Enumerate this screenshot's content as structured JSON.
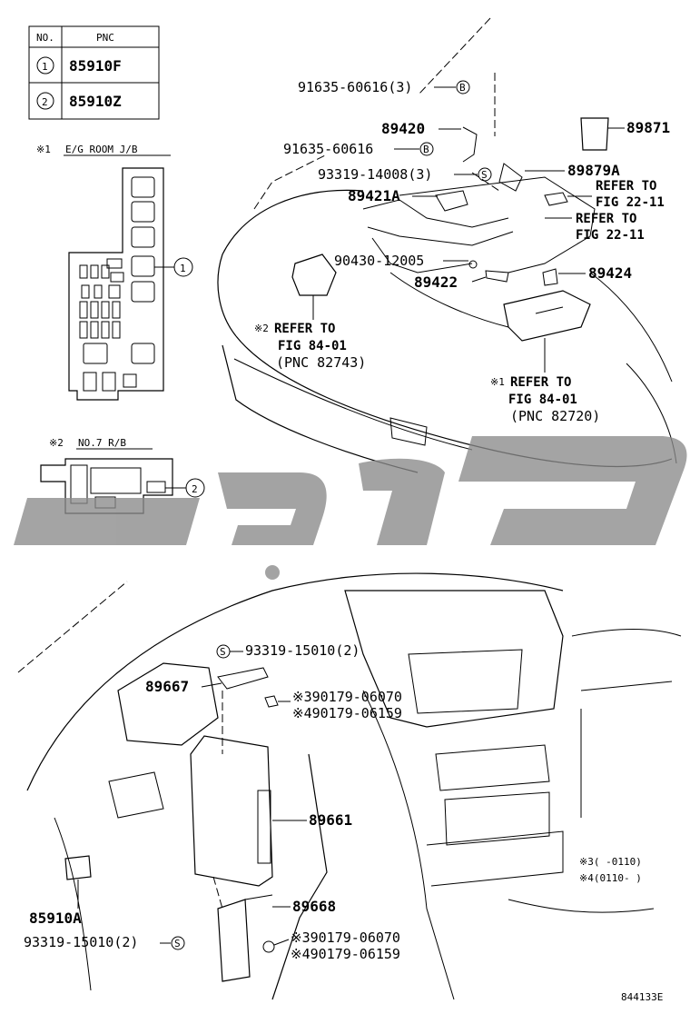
{
  "table": {
    "header_no": "NO.",
    "header_pnc": "PNC",
    "rows": [
      {
        "no": "1",
        "pnc": "85910F"
      },
      {
        "no": "2",
        "pnc": "85910Z"
      }
    ]
  },
  "jb1": {
    "mark": "※1",
    "label": "E/G ROOM J/B",
    "callout": "1"
  },
  "jb2": {
    "mark": "※2",
    "label": "NO.7 R/B",
    "callout": "2"
  },
  "engine": {
    "p91635_3": "91635-60616(3)",
    "p89420": "89420",
    "p89871": "89871",
    "p91635": "91635-60616",
    "p93319_14008": "93319-14008(3)",
    "p89879A": "89879A",
    "p89421A": "89421A",
    "ref_a1": "REFER TO",
    "ref_a2": "FIG 22-11",
    "ref_b1": "REFER TO",
    "ref_b2": "FIG 22-11",
    "p90430": "90430-12005",
    "p89422": "89422",
    "p89424": "89424",
    "ref2_mark": "※2",
    "ref2_1": "REFER TO",
    "ref2_2": "FIG 84-01",
    "ref2_3": "(PNC 82743)",
    "ref1_mark": "※1",
    "ref1_1": "REFER TO",
    "ref1_2": "FIG 84-01",
    "ref1_3": "(PNC 82720)",
    "marker_b": "B",
    "marker_s": "S"
  },
  "cabin": {
    "p93319_15010_top": "93319-15010(2)",
    "p89667": "89667",
    "p90179_3a": "※390179-06070",
    "p90179_4a": "※490179-06159",
    "p89661": "89661",
    "note3": "※3(   -0110)",
    "note4": "※4(0110-   )",
    "p85910A": "85910A",
    "p89668": "89668",
    "p93319_15010_bot": "93319-15010(2)",
    "p90179_3b": "※390179-06070",
    "p90179_4b": "※490179-06159",
    "marker_s": "S"
  },
  "figure_id": "844133E"
}
